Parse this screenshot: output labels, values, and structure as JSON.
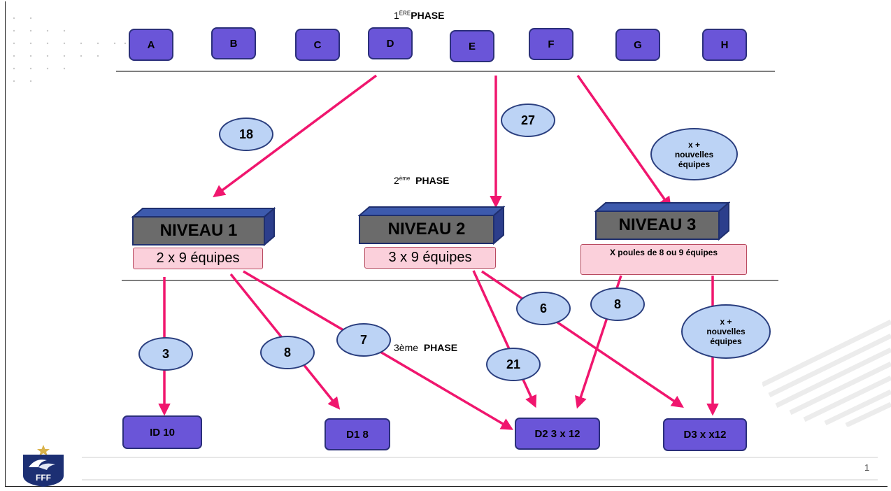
{
  "phases": {
    "first": {
      "sup": "ÈRE",
      "prefix": "1",
      "label": "PHASE"
    },
    "second": {
      "sup": "ème",
      "prefix": "2",
      "label": "PHASE"
    },
    "third": {
      "prefix": "3ème",
      "label": "PHASE"
    }
  },
  "groups": [
    "A",
    "B",
    "C",
    "D",
    "E",
    "F",
    "G",
    "H"
  ],
  "flows_phase1": {
    "to_niveau1": "18",
    "to_niveau2": "27",
    "to_niveau3": "x +\nnouvelles\néquipes"
  },
  "levels": [
    {
      "title": "NIVEAU 1",
      "teams": "2 x 9 équipes"
    },
    {
      "title": "NIVEAU 2",
      "teams": "3 x 9 équipes"
    },
    {
      "title": "NIVEAU 3",
      "teams": "X poules de 8 ou 9 équipes"
    }
  ],
  "flows_phase2": {
    "n1_to_id10": "3",
    "n1_to_d1": "8",
    "n1_to_d2": "7",
    "n2_to_d2": "21",
    "n2_to_d3": "6",
    "n3_to_d2": "8",
    "n3_to_d3": "x +\nnouvelles\néquipes"
  },
  "destinations": [
    "ID 10",
    "D1 8",
    "D2 3 x 12",
    "D3 x x12"
  ],
  "page_number": "1",
  "logo": {
    "text": "FFF"
  },
  "colors": {
    "arrow": "#f0166e",
    "box": "#6a55d8",
    "oval": "#bcd3f5",
    "pink": "#fbd0db",
    "niveau_front": "#6b6b6b",
    "niveau_edge": "#2c3e8c"
  }
}
